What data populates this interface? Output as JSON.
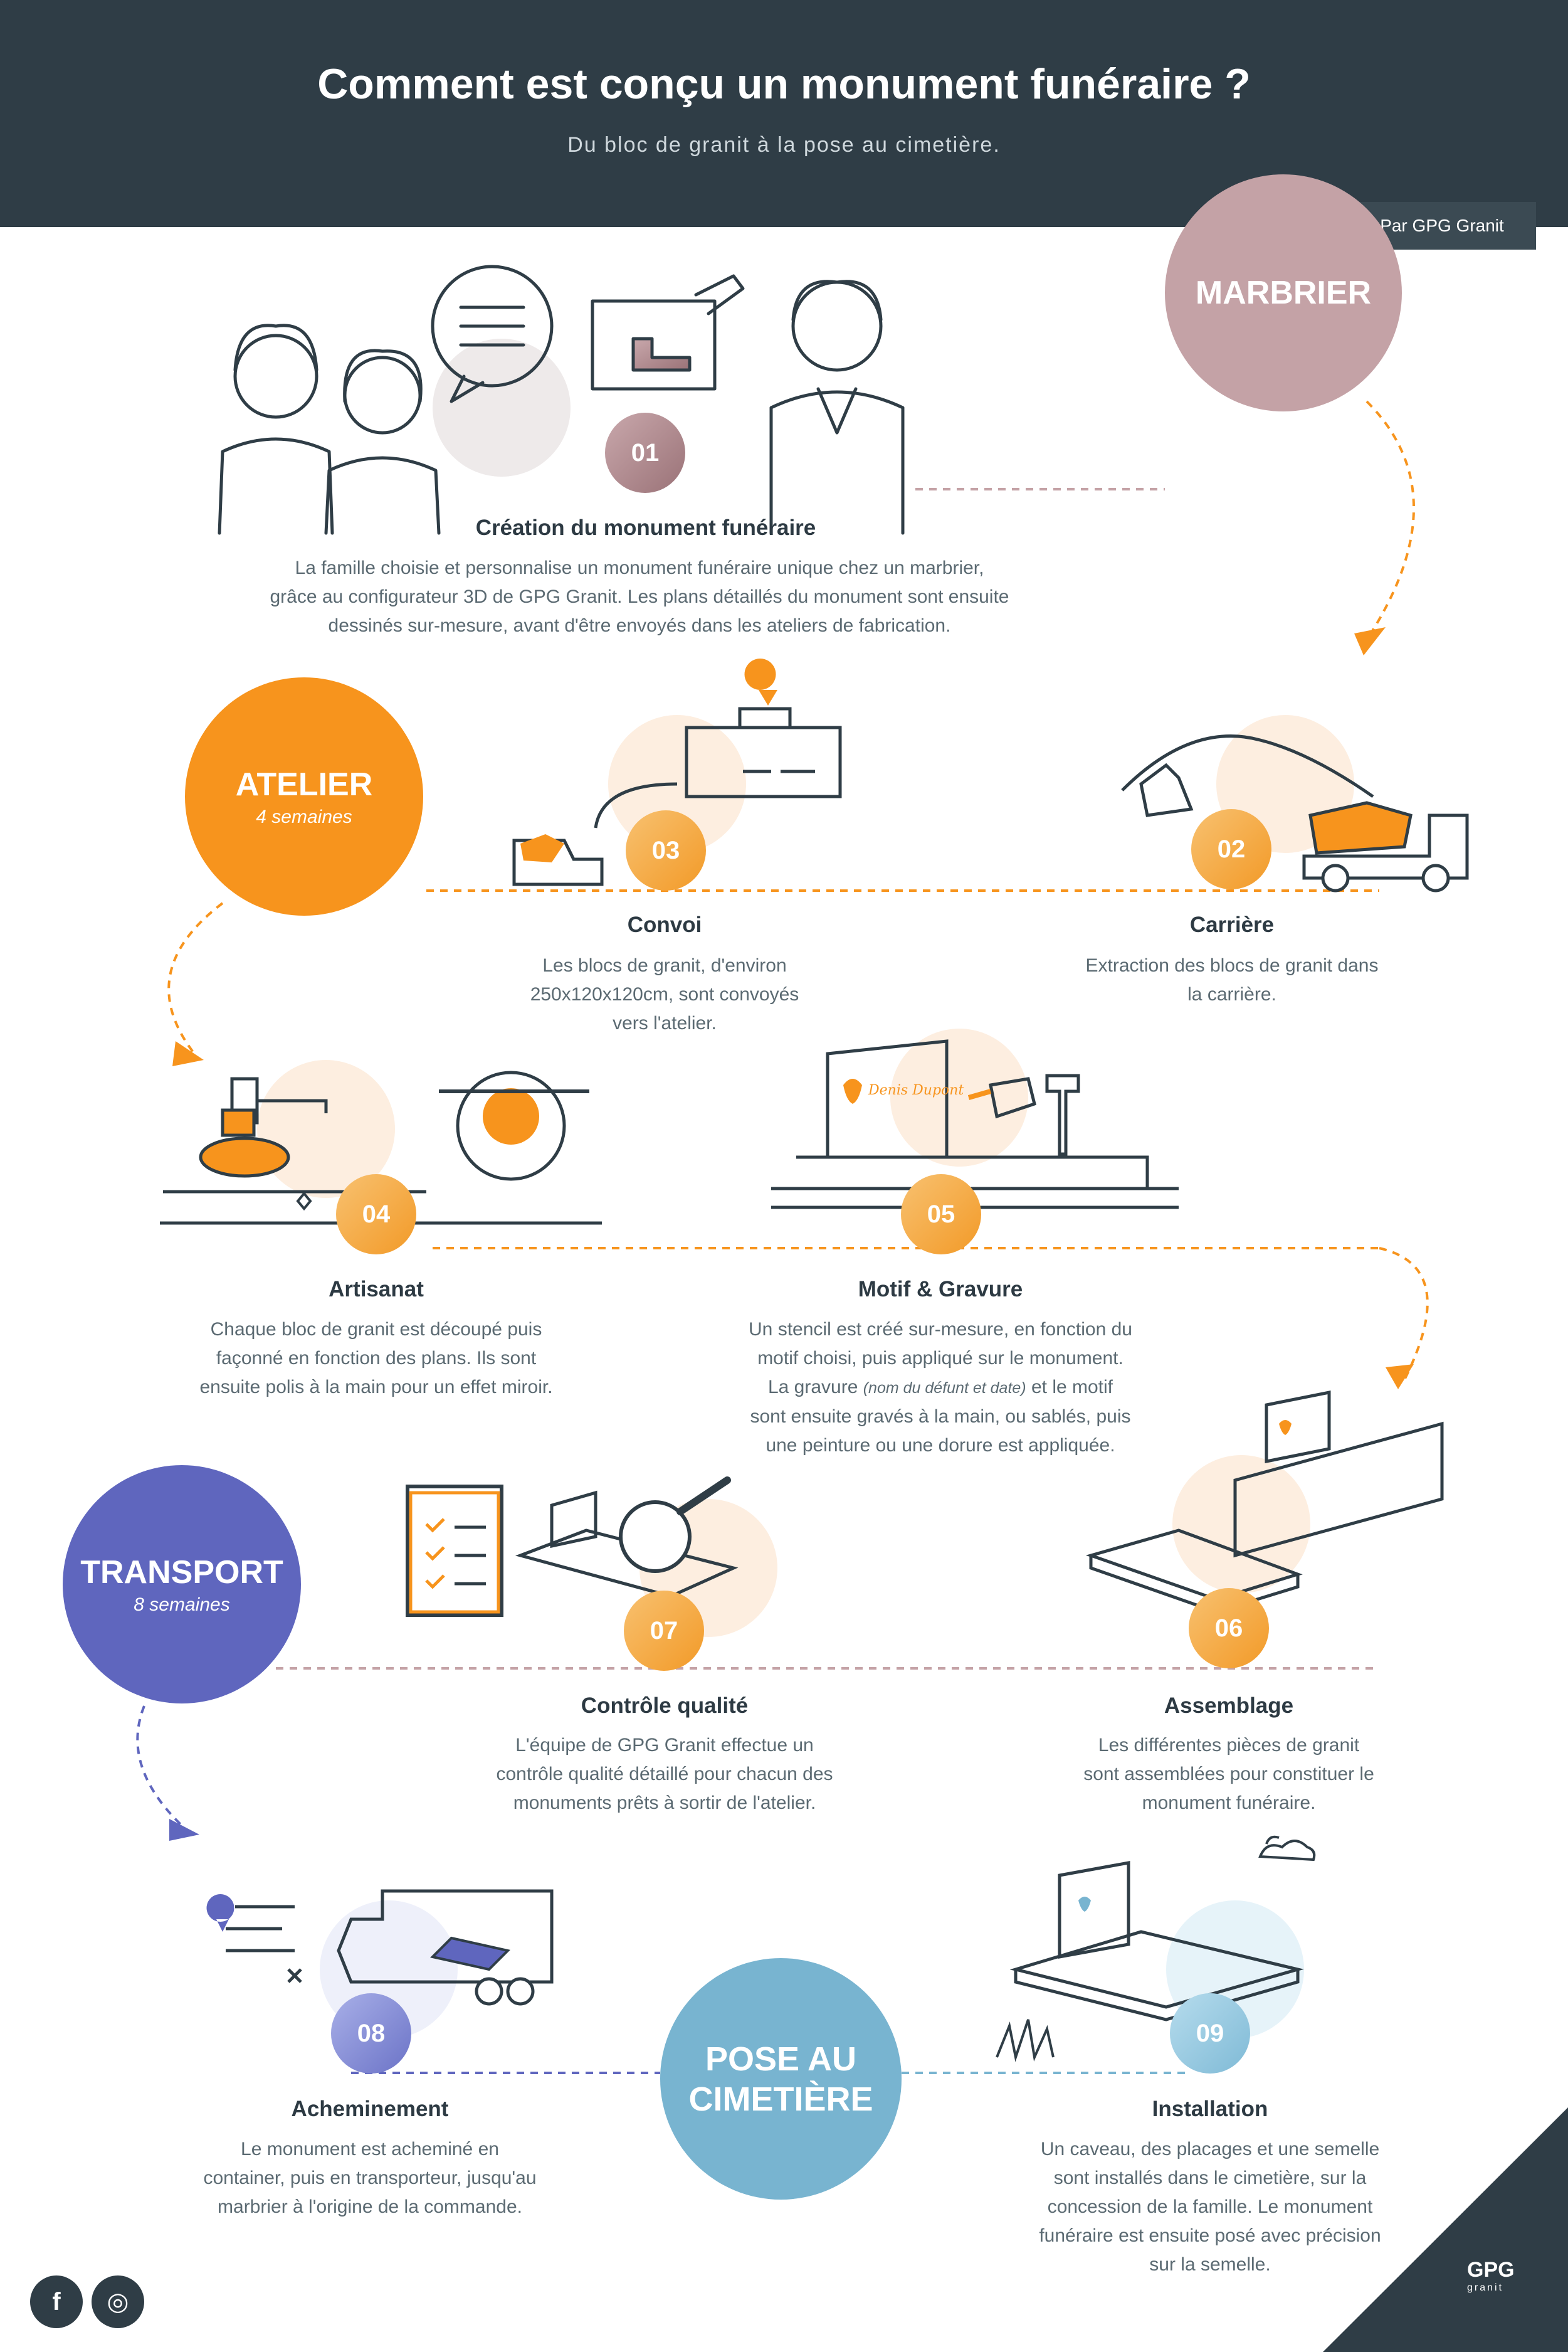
{
  "header": {
    "title": "Comment est conçu un monument funéraire ?",
    "subtitle": "Du bloc de granit à la pose au cimetière.",
    "author": "Par GPG Granit"
  },
  "phases": {
    "marbrier": {
      "name": "MARBRIER"
    },
    "atelier": {
      "name": "ATELIER",
      "duration": "4 semaines"
    },
    "transport": {
      "name": "TRANSPORT",
      "duration": "8 semaines"
    },
    "pose": {
      "name_line1": "POSE AU",
      "name_line2": "CIMETIÈRE"
    }
  },
  "steps": [
    {
      "number": "01",
      "title": "Création du monument funéraire",
      "lines": [
        "La famille choisie et personnalise un monument funéraire unique chez un marbrier,",
        "grâce au configurateur 3D de GPG Granit. Les plans détaillés du monument sont ensuite",
        "dessinés sur-mesure, avant d'être envoyés dans les ateliers de fabrication."
      ]
    },
    {
      "number": "02",
      "title": "Carrière",
      "lines": [
        "Extraction des blocs de granit dans",
        "la carrière."
      ]
    },
    {
      "number": "03",
      "title": "Convoi",
      "lines": [
        "Les blocs de granit, d'environ",
        "250x120x120cm, sont convoyés",
        "vers l'atelier."
      ]
    },
    {
      "number": "04",
      "title": "Artisanat",
      "lines": [
        "Chaque bloc de granit est découpé puis",
        "façonné en fonction des plans. Ils sont",
        "ensuite polis à la main pour un effet miroir."
      ]
    },
    {
      "number": "05",
      "title": "Motif & Gravure",
      "lines": [
        "Un stencil est créé sur-mesure, en fonction du",
        "motif choisi, puis appliqué sur le monument.",
        "La gravure",
        "(nom du défunt et date)",
        "et le motif",
        "sont ensuite gravés à la main, ou sablés, puis",
        "une peinture ou une dorure est appliquée."
      ]
    },
    {
      "number": "06",
      "title": "Assemblage",
      "lines": [
        "Les différentes pièces de granit",
        "sont assemblées pour constituer le",
        "monument funéraire."
      ]
    },
    {
      "number": "07",
      "title": "Contrôle qualité",
      "lines": [
        "L'équipe de GPG Granit effectue un",
        "contrôle qualité détaillé pour chacun des",
        "monuments prêts à sortir de l'atelier."
      ]
    },
    {
      "number": "08",
      "title": "Acheminement",
      "lines": [
        "Le monument est acheminé en",
        "container, puis en transporteur, jusqu'au",
        "marbrier à l'origine de la commande."
      ]
    },
    {
      "number": "09",
      "title": "Installation",
      "lines": [
        "Un caveau, des placages et une semelle",
        "sont installés dans le cimetière, sur la",
        "concession de la famille. Le monument",
        "funéraire est ensuite posé avec précision",
        "sur la semelle."
      ]
    }
  ],
  "illustrations": {
    "headstone_inscription": "Denis Dupont"
  },
  "footer": {
    "facebook_icon": "f",
    "instagram_icon": "◎",
    "brand": "GPG",
    "brand_sub": "granit"
  },
  "colors": {
    "header": "#2f3d46",
    "marbrier": "#c4a2a6",
    "atelier": "#f7941d",
    "transport": "#5f66be",
    "pose": "#78b4d0"
  }
}
